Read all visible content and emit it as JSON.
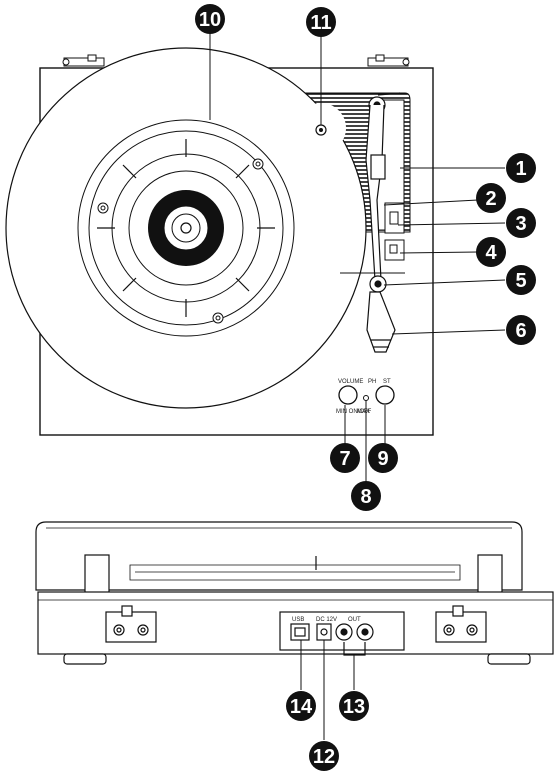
{
  "top_view": {
    "labels": {
      "volume": "VOLUME",
      "min_onoff": "MIN ON/OFF",
      "max": "MAX",
      "ph": "PH",
      "st": "ST"
    }
  },
  "back_view": {
    "labels": {
      "usb": "USB",
      "dc": "DC 12V",
      "out": "OUT"
    }
  },
  "callouts": [
    "1",
    "2",
    "3",
    "4",
    "5",
    "6",
    "7",
    "8",
    "9",
    "10",
    "11",
    "12",
    "13",
    "14"
  ],
  "colors": {
    "ink": "#111111",
    "callout_fill": "#111111",
    "callout_text": "#ffffff"
  }
}
